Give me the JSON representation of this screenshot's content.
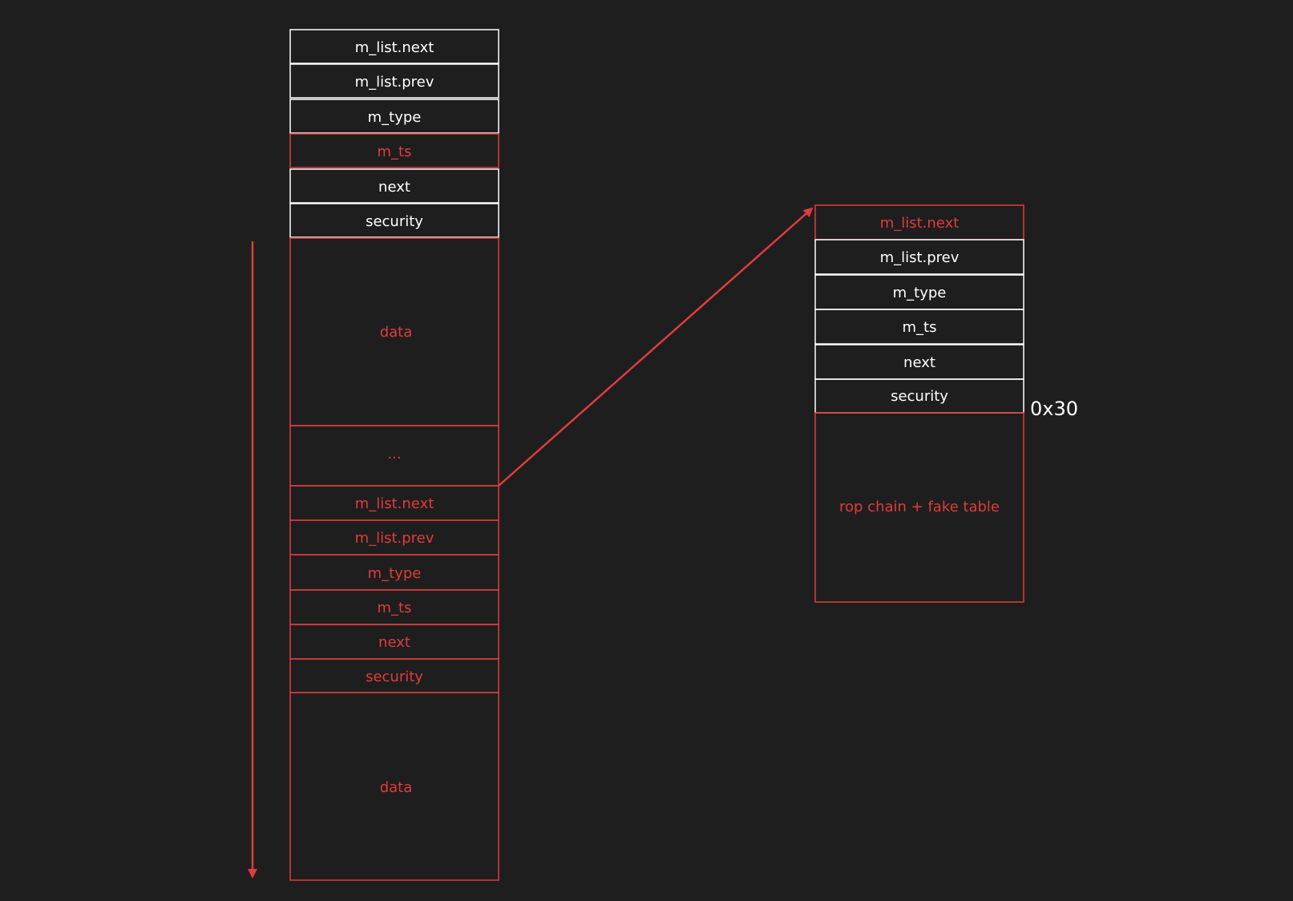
{
  "colors": {
    "background": "#1e1e1e",
    "white": "#ffffff",
    "red": "#e03c3c"
  },
  "left_stack": [
    {
      "label": "m_list.next",
      "color": "white"
    },
    {
      "label": "m_list.prev",
      "color": "white"
    },
    {
      "label": "m_type",
      "color": "white"
    },
    {
      "label": "m_ts",
      "color": "red"
    },
    {
      "label": "next",
      "color": "white"
    },
    {
      "label": "security",
      "color": "white"
    },
    {
      "label": "data",
      "color": "red"
    },
    {
      "label": "...",
      "color": "red"
    },
    {
      "label": "m_list.next",
      "color": "red"
    },
    {
      "label": "m_list.prev",
      "color": "red"
    },
    {
      "label": "m_type",
      "color": "red"
    },
    {
      "label": "m_ts",
      "color": "red"
    },
    {
      "label": "next",
      "color": "red"
    },
    {
      "label": "security",
      "color": "red"
    },
    {
      "label": "data",
      "color": "red"
    }
  ],
  "right_stack": [
    {
      "label": "m_list.next",
      "color": "red"
    },
    {
      "label": "m_list.prev",
      "color": "white"
    },
    {
      "label": "m_type",
      "color": "white"
    },
    {
      "label": "m_ts",
      "color": "white"
    },
    {
      "label": "next",
      "color": "white"
    },
    {
      "label": "security",
      "color": "white"
    },
    {
      "label": "rop chain + fake table",
      "color": "red"
    }
  ],
  "size_label": "0x30"
}
